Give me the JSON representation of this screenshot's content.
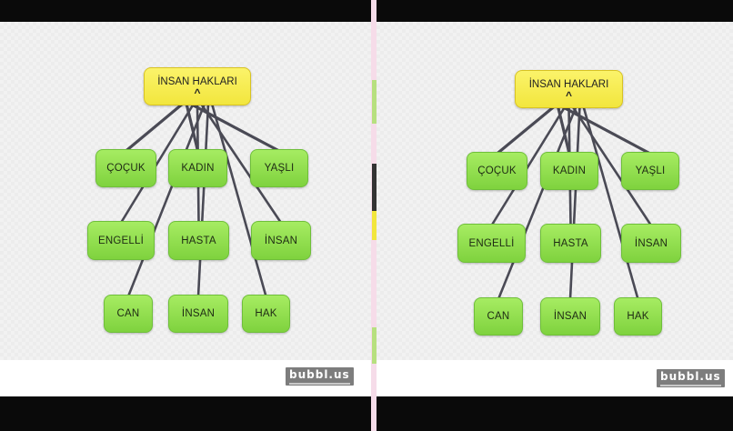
{
  "colors": {
    "root_fill": "#f6ea4a",
    "node_fill": "#8fdd4c",
    "link_color": "#4a4a55"
  },
  "root": {
    "label": "İNSAN HAKLARI",
    "icon": "chevron-up-icon"
  },
  "nodes": [
    {
      "id": "cocuk",
      "label": "ÇOÇUK"
    },
    {
      "id": "kadin",
      "label": "KADIN"
    },
    {
      "id": "yasli",
      "label": "YAŞLI"
    },
    {
      "id": "engelli",
      "label": "ENGELLİ"
    },
    {
      "id": "hasta",
      "label": "HASTA"
    },
    {
      "id": "insan1",
      "label": "İNSAN"
    },
    {
      "id": "can",
      "label": "CAN"
    },
    {
      "id": "insan2",
      "label": "İNSAN"
    },
    {
      "id": "hak",
      "label": "HAK"
    }
  ],
  "links": [
    [
      "root",
      "cocuk"
    ],
    [
      "root",
      "kadin"
    ],
    [
      "root",
      "yasli"
    ],
    [
      "root",
      "engelli"
    ],
    [
      "root",
      "hasta"
    ],
    [
      "root",
      "insan1"
    ],
    [
      "root",
      "can"
    ],
    [
      "root",
      "insan2"
    ],
    [
      "root",
      "hak"
    ]
  ],
  "watermark": "bubbl.us"
}
